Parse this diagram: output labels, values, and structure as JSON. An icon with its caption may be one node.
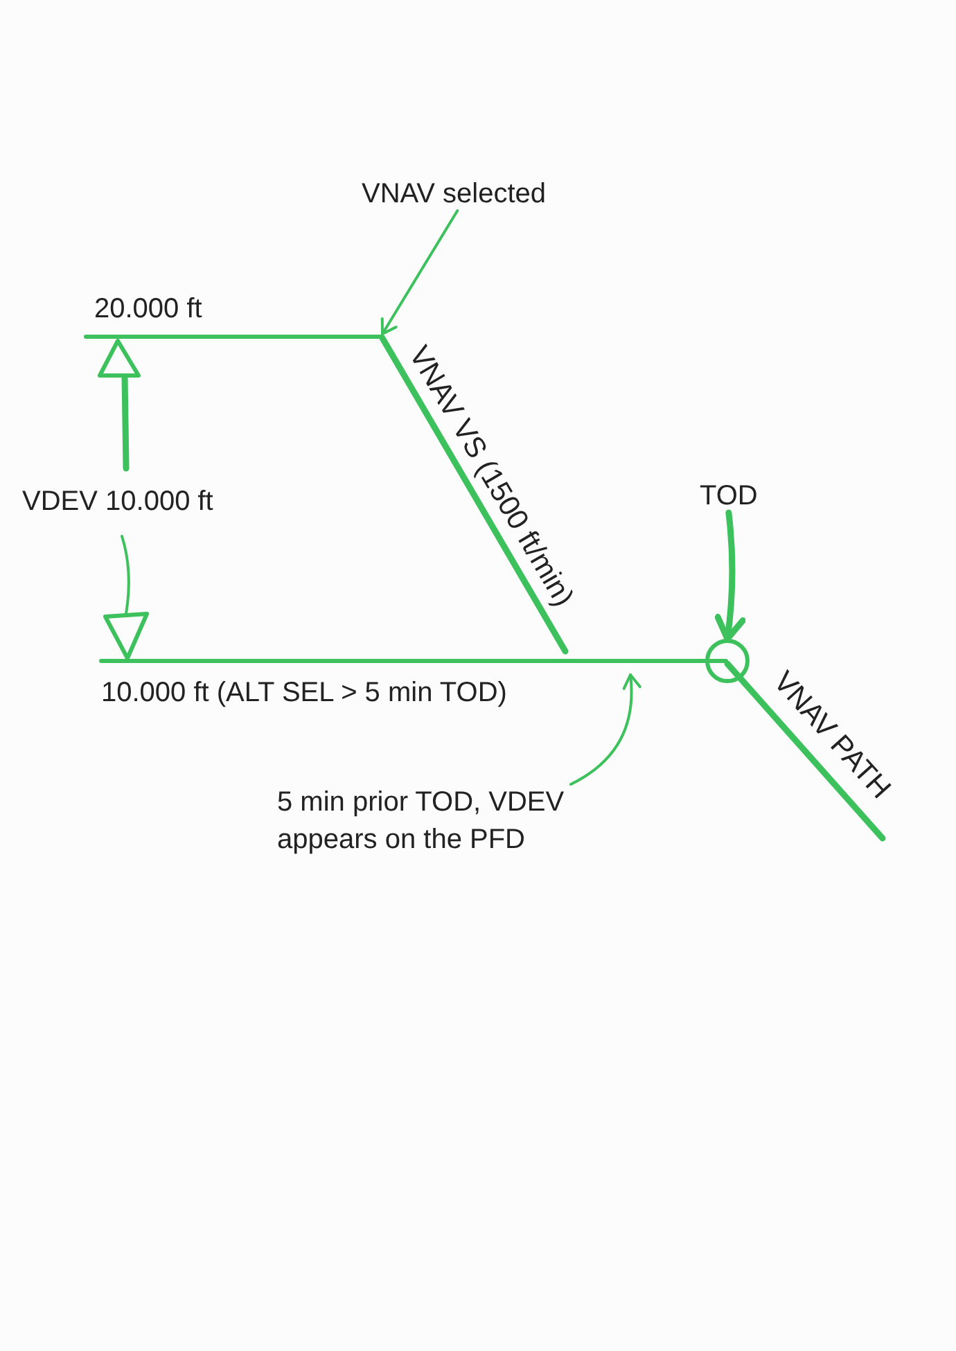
{
  "diagram": {
    "nodes": [
      {
        "text": [
          "VNAV selected"
        ]
      },
      {
        "text": [
          "TOD"
        ]
      },
      {
        "text": [],
        "shape": "circle"
      },
      {
        "text": [
          "5 min prior TOD, VDEV appears on the PFD"
        ]
      }
    ],
    "edges": [
      {
        "from": 0,
        "to": null,
        "arrow": "to"
      },
      {
        "from": 1,
        "to": 2,
        "arrow": "to",
        "style": "thick"
      },
      {
        "from": 3,
        "to": null,
        "arrow": "to"
      }
    ],
    "labels": [
      "20.000 ft",
      "VNAV VS (1500 ft/min)",
      "VDEV 10.000 ft",
      "10.000 ft (ALT SEL > 5 min TOD)",
      "VNAV PATH"
    ]
  }
}
